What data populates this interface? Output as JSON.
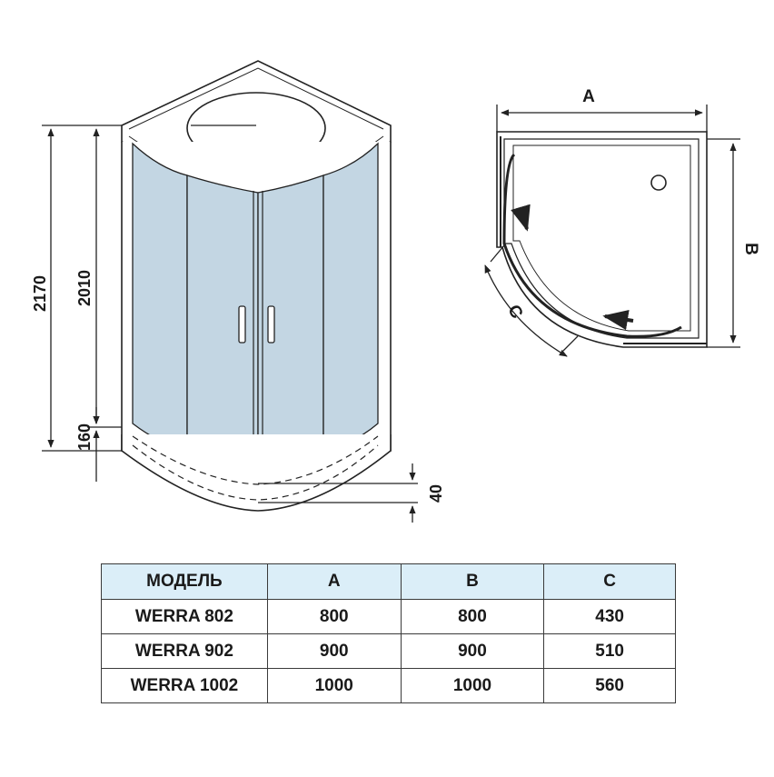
{
  "front_view": {
    "dims": {
      "total_height": "2170",
      "cabin_height": "2010",
      "tray_height": "160",
      "tray_step": "40"
    }
  },
  "top_view": {
    "labels": {
      "a": "A",
      "b": "B",
      "c": "C"
    }
  },
  "table": {
    "headers": [
      "МОДЕЛЬ",
      "A",
      "B",
      "C"
    ],
    "rows": [
      [
        "WERRA 802",
        "800",
        "800",
        "430"
      ],
      [
        "WERRA 902",
        "900",
        "900",
        "510"
      ],
      [
        "WERRA 1002",
        "1000",
        "1000",
        "560"
      ]
    ]
  },
  "colors": {
    "glass": "#c3d6e3",
    "header_fill": "#dbeef8",
    "line": "#222222"
  }
}
